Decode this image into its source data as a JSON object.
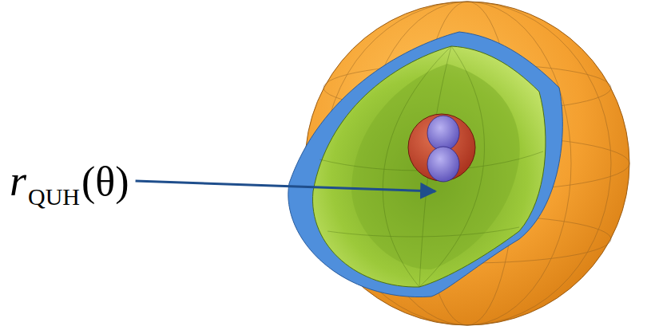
{
  "diagram": {
    "labels": [
      "r",
      "QUH",
      "(θ)"
    ]
  }
}
